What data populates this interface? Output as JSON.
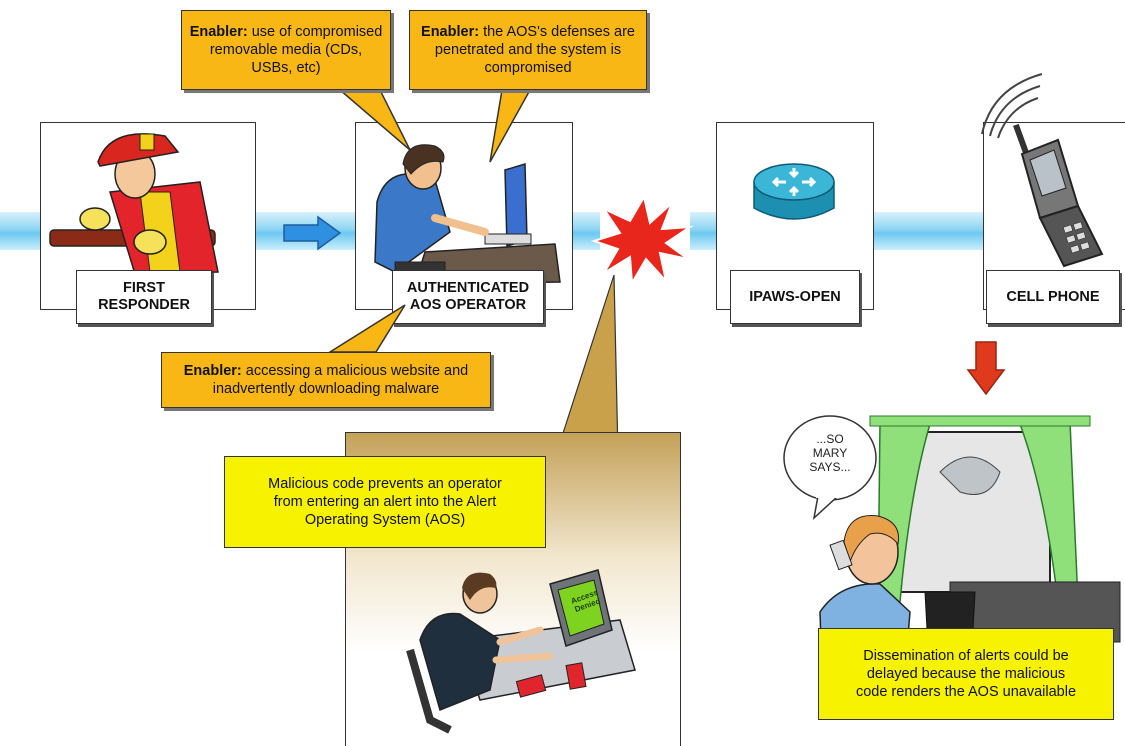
{
  "nodes": {
    "first_responder": "FIRST\nRESPONDER",
    "aos_operator": "AUTHENTICATED\nAOS OPERATOR",
    "ipaws_open": "IPAWS-OPEN",
    "cell_phone": "CELL PHONE"
  },
  "callouts": {
    "removable_media": {
      "lead": "Enabler:",
      "text": " use of compromised removable media (CDs, USBs, etc)"
    },
    "defenses_penetrated": {
      "lead": "Enabler:",
      "text": " the AOS's defenses are penetrated and the system is compromised"
    },
    "malicious_website": {
      "lead": "Enabler:",
      "text": " accessing a malicious website and inadvertently downloading malware"
    },
    "malicious_code": "Malicious code prevents an operator\nfrom entering an alert into the Alert\nOperating System (AOS)",
    "dissemination": "Dissemination of alerts could be\ndelayed because the malicious\ncode renders the AOS unavailable"
  },
  "speech_bubble": "...SO\nMARY\nSAYS...",
  "screen_text": "Access\nDenied",
  "icons": {
    "flow_arrow": "right-arrow-icon",
    "attack": "explosion-burst-icon",
    "router": "router-icon",
    "phone": "cell-phone-icon",
    "down_arrow": "down-arrow-icon"
  },
  "colors": {
    "flow_band": "#8fd5f3",
    "enabler_callout": "#f9b716",
    "impact_callout": "#f6f200",
    "burst": "#e8261c",
    "arrow_blue": "#2f8fe0",
    "arrow_red": "#e03a1e"
  }
}
